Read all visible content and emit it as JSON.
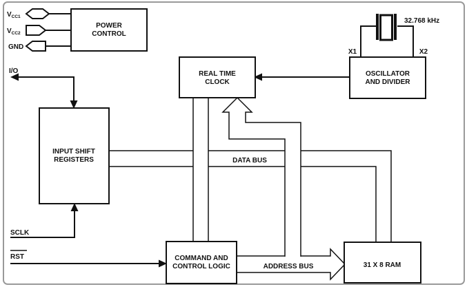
{
  "blocks": {
    "power_control": {
      "line1": "POWER",
      "line2": "CONTROL"
    },
    "real_time_clock": {
      "line1": "REAL TIME",
      "line2": "CLOCK"
    },
    "oscillator": {
      "line1": "OSCILLATOR",
      "line2": "AND DIVIDER"
    },
    "input_shift_registers": {
      "line1": "INPUT SHIFT",
      "line2": "REGISTERS"
    },
    "command_control": {
      "line1": "COMMAND AND",
      "line2": "CONTROL LOGIC"
    },
    "ram": {
      "label": "31 X 8 RAM"
    }
  },
  "pins": {
    "vcc1": {
      "base": "V",
      "sub": "CC1"
    },
    "vcc2": {
      "base": "V",
      "sub": "CC2"
    },
    "gnd": "GND",
    "io": "I/O",
    "sclk": "SCLK",
    "rst": "RST"
  },
  "buses": {
    "data_bus": "DATA BUS",
    "address_bus": "ADDRESS BUS"
  },
  "crystal": {
    "frequency": "32.768 kHz",
    "x1": "X1",
    "x2": "X2"
  },
  "colors": {
    "line": "#111111",
    "background": "#ffffff",
    "frame": "#999999"
  }
}
